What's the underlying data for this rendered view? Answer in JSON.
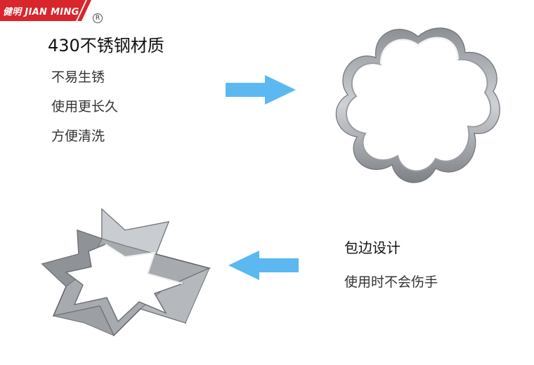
{
  "brand": {
    "name": "健明 JIAN MING",
    "registered_mark": "R",
    "banner_color": "#d8262c"
  },
  "material": {
    "headline": "430不锈钢材质",
    "features": [
      "不易生锈",
      "使用更长久",
      "方便清洗"
    ]
  },
  "rim": {
    "title": "包边设计",
    "description": "使用时不会伤手"
  },
  "colors": {
    "arrow": "#5bb8f0",
    "steel": "#b9bcc0"
  },
  "icons": {
    "right_arrow": "arrow-right-icon",
    "left_arrow": "arrow-left-icon"
  },
  "images": {
    "flower": "flower-shaped-cutter",
    "star": "six-point-star-cutter"
  }
}
